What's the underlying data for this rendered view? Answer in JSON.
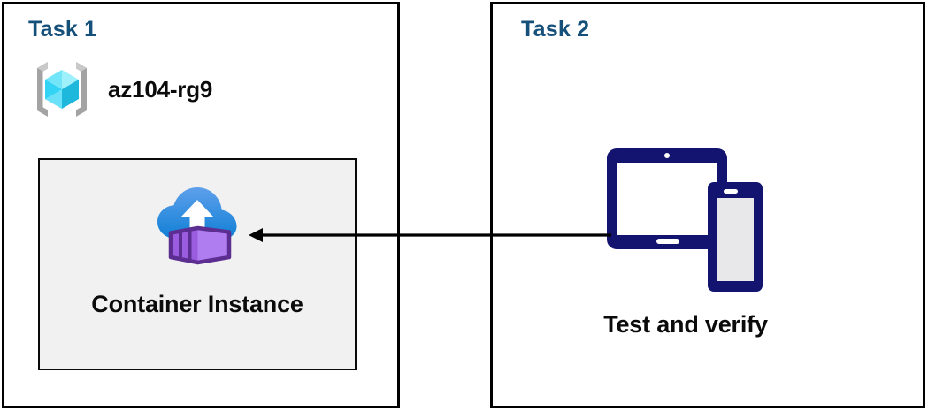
{
  "diagram": {
    "title": "Azure Container Instance task diagram",
    "background_color": "#ffffff",
    "border_color": "#000000",
    "heading_color": "#15507B",
    "card_fill": "#f1f1f1",
    "device_color": "#131370",
    "arrow_color": "#000000"
  },
  "panels": [
    {
      "id": "task1",
      "title": "Task 1",
      "resource_group": {
        "label": "az104-rg9",
        "icon": "resource-group-icon"
      },
      "card": {
        "label": "Container Instance",
        "icon": "container-instance-icon"
      }
    },
    {
      "id": "task2",
      "title": "Task 2",
      "item": {
        "label": "Test and verify",
        "icon": "tablet-and-phone-icon"
      }
    }
  ],
  "connector": {
    "name": "arrow-task2-to-container-instance",
    "direction": "right-to-left",
    "from": "Test and verify",
    "to": "Container Instance"
  }
}
